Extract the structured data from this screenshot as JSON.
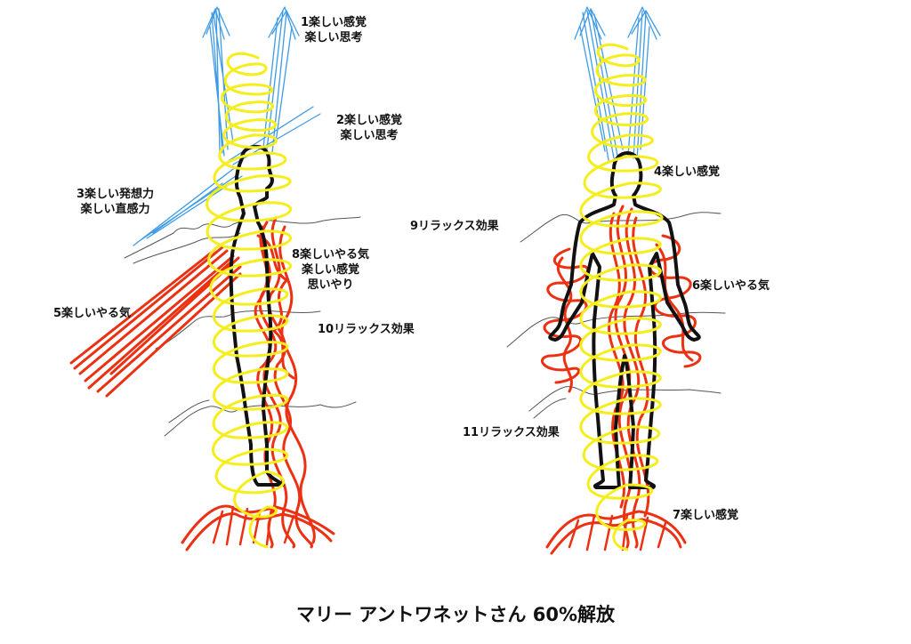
{
  "caption": "マリー アントワネットさん 60%解放",
  "labels": {
    "l1": [
      "1楽しい感覚",
      "楽しい思考"
    ],
    "l2": [
      "2楽しい感覚",
      "楽しい思考"
    ],
    "l3": [
      "3楽しい発想力",
      "楽しい直感力"
    ],
    "l4": "4楽しい感覚",
    "l5": "5楽しいやる気",
    "l6": "6楽しいやる気",
    "l7": "7楽しい感覚",
    "l8": [
      "8楽しいやる気",
      "楽しい感覚",
      "思いやり"
    ],
    "l9": "9リラックス効果",
    "l10": "10リラックス効果",
    "l11": "11リラックス効果"
  },
  "colors": {
    "upward_arrows": "#3f9be6",
    "spiral": "#f5ee1c",
    "energy_scribble": "#ec3012",
    "relax_wave": "#555555",
    "outline": "#111111"
  }
}
